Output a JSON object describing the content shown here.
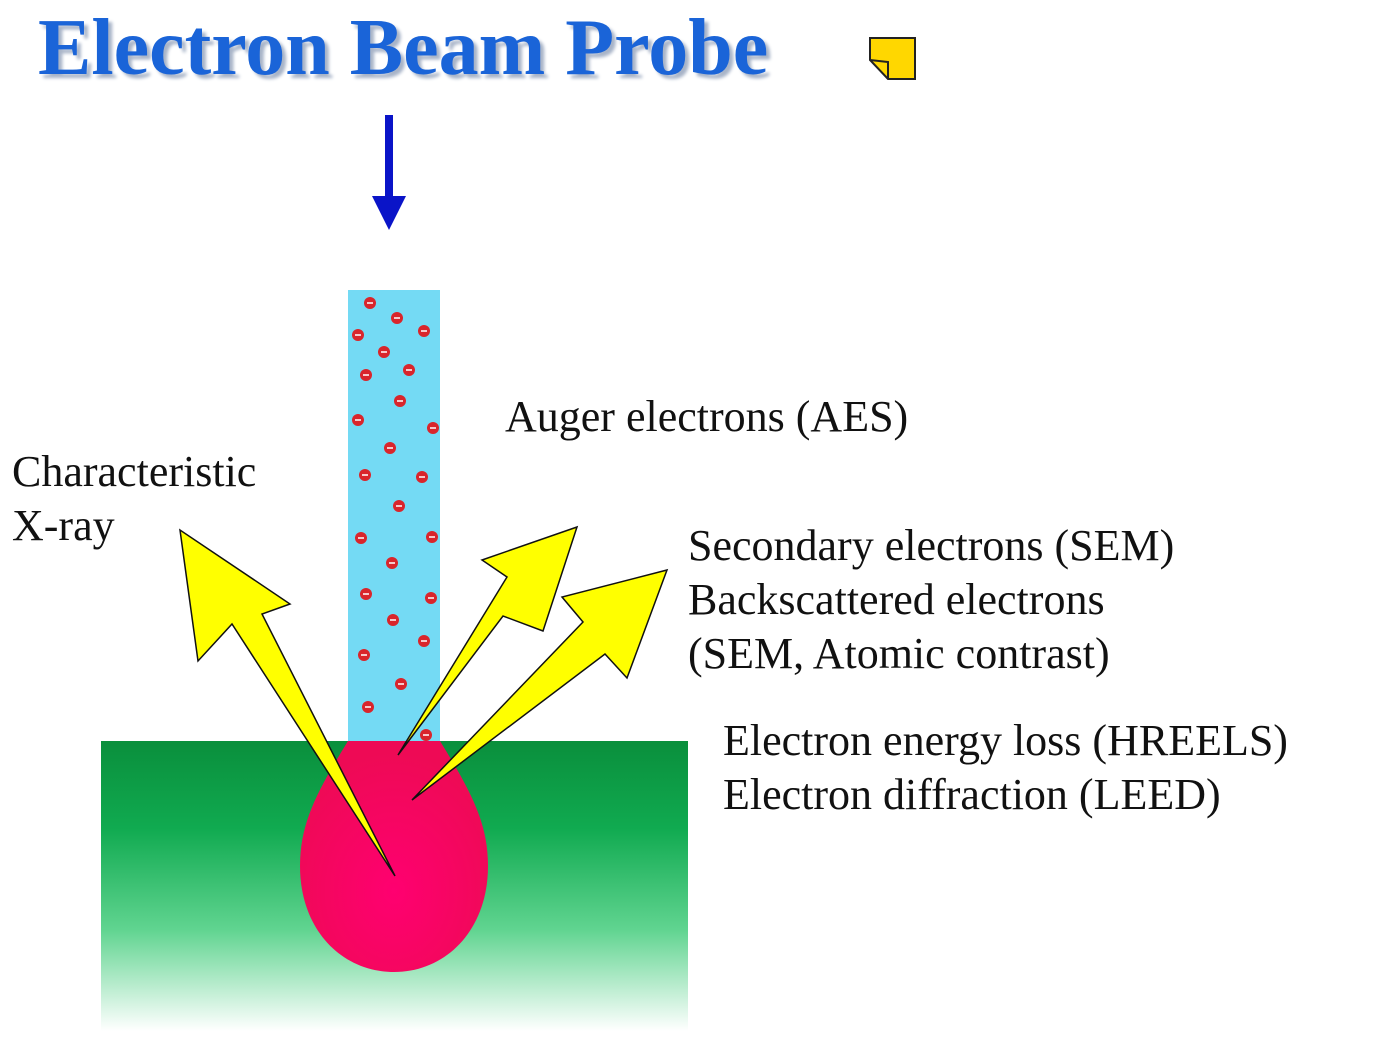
{
  "title": "Electron Beam Probe",
  "labels": {
    "auger": "Auger electrons (AES)",
    "xray": [
      "Characteristic",
      "X-ray"
    ],
    "secondary": [
      "Secondary electrons (SEM)",
      "Backscattered electrons",
      "(SEM, Atomic contrast)"
    ],
    "energy": [
      "Electron energy loss (HREELS)",
      "Electron diffraction (LEED)"
    ]
  },
  "icons": {
    "note": "note-icon",
    "beam_arrow": "down-arrow-icon"
  },
  "colors": {
    "title": "#1a64d8",
    "beam_arrow": "#0a14c8",
    "beam_column": "#74daf4",
    "electron_dot": "#d9252b",
    "sample_top": "#0a8f3c",
    "interaction_volume": "#f0005e",
    "emission_arrow": "#ffff00",
    "note_icon": "#ffd700"
  }
}
